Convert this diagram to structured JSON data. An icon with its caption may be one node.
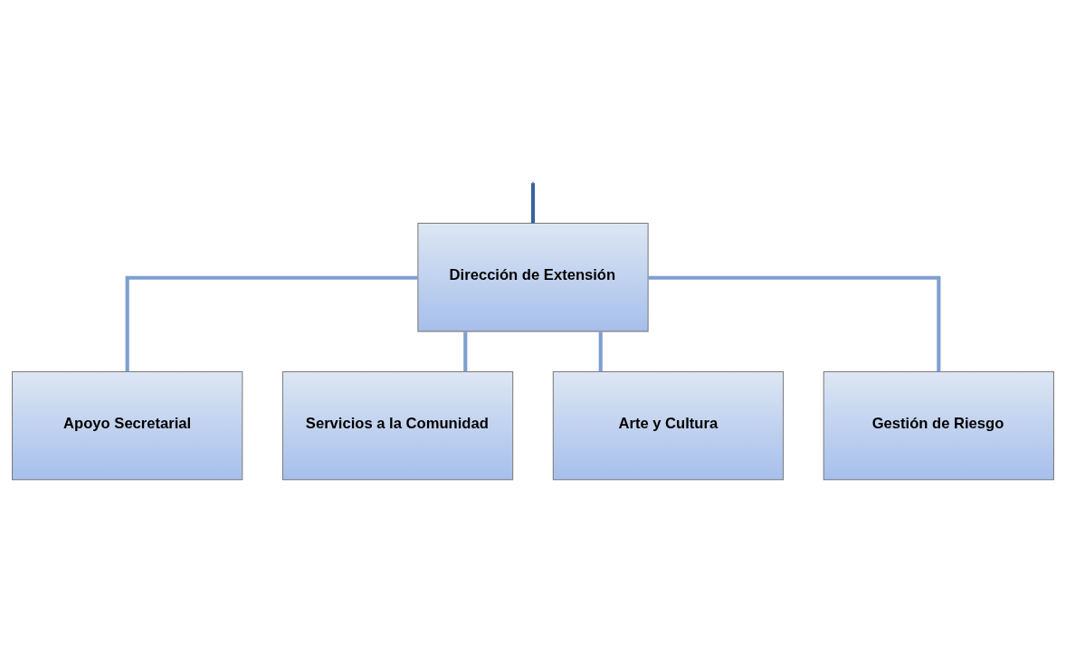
{
  "diagram": {
    "nodes": [
      {
        "text": [
          "Dirección de Extensión"
        ]
      },
      {
        "text": [
          "Apoyo Secretarial"
        ]
      },
      {
        "text": [
          "Servicios a la Comunidad"
        ]
      },
      {
        "text": [
          "Arte y Cultura"
        ]
      },
      {
        "text": [
          "Gestión de Riesgo"
        ]
      }
    ],
    "edges": [
      {
        "from": null,
        "to": 0,
        "arrow": "none",
        "color": "#3a639b"
      },
      {
        "from": 0,
        "to": 1,
        "arrow": "none"
      },
      {
        "from": 0,
        "to": 2,
        "arrow": "none"
      },
      {
        "from": 0,
        "to": 3,
        "arrow": "none"
      },
      {
        "from": 0,
        "to": 4,
        "arrow": "none"
      }
    ]
  }
}
